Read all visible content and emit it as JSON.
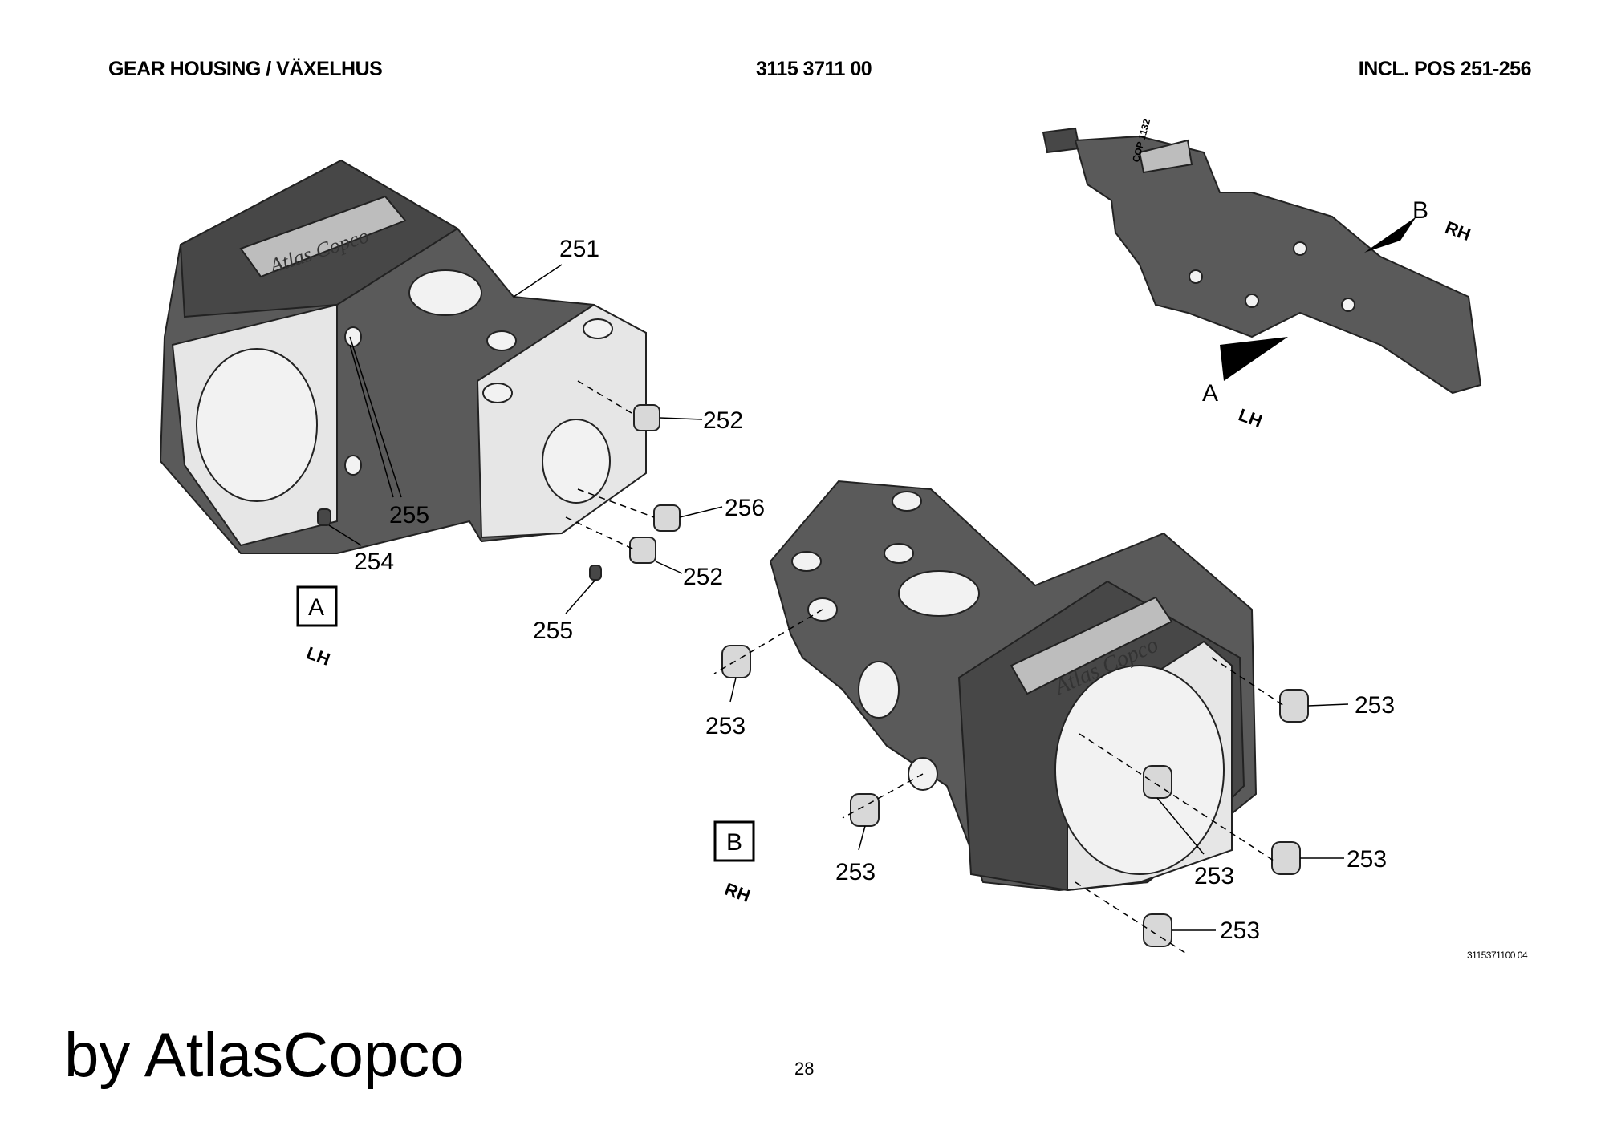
{
  "header": {
    "title": "GEAR HOUSING / VÄXELHUS",
    "part_number": "3115 3711 00",
    "positions": "INCL. POS 251-256"
  },
  "drawing": {
    "view_a": {
      "box_label": "A",
      "side": "LH"
    },
    "view_b": {
      "box_label": "B",
      "side": "RH"
    },
    "overview": {
      "marker_a": "A",
      "side_a": "LH",
      "marker_b": "B",
      "side_b": "RH",
      "nameplate": "COP 1132"
    },
    "logo_text": "Atlas Copco",
    "callouts": {
      "p251": "251",
      "p252a": "252",
      "p256": "256",
      "p255a": "255",
      "p254": "254",
      "p252b": "252",
      "p255b": "255",
      "p253a": "253",
      "p253b": "253",
      "p253c": "253",
      "p253d": "253",
      "p253e": "253",
      "p253f": "253"
    }
  },
  "footer": {
    "drawing_ref": "3115371100 04",
    "brand": "by AtlasCopco",
    "page_number": "28"
  }
}
